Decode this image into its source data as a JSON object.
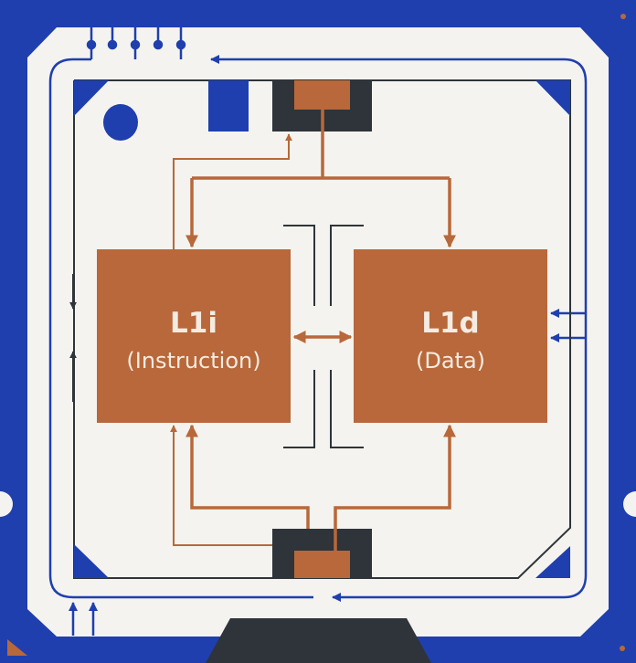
{
  "diagram": {
    "caches": [
      {
        "name": "L1i",
        "description": "(Instruction)"
      },
      {
        "name": "L1d",
        "description": "(Data)"
      }
    ],
    "colors": {
      "substrate": "#1f3fae",
      "die": "#f4f3ef",
      "copper": "#b8683a",
      "chip": "#2e3439",
      "trace": "#1f3fae"
    }
  }
}
